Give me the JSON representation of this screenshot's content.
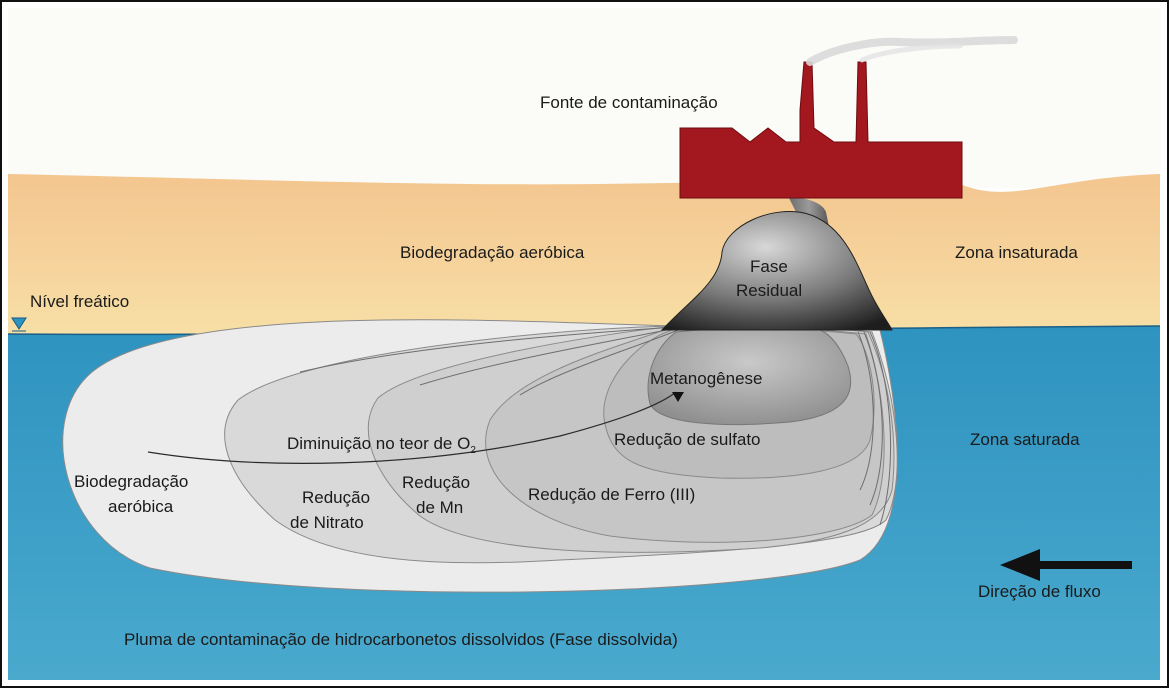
{
  "labels": {
    "source": "Fonte de contaminação",
    "aerobic_unsaturated": "Biodegradação aeróbica",
    "unsaturated_zone": "Zona insaturada",
    "water_table": "Nível freático",
    "residual_phase_line1": "Fase",
    "residual_phase_line2": "Residual",
    "methanogenesis": "Metanogênese",
    "oxygen_decrease_text": "Diminuição no teor de O",
    "oxygen_subscript": "2",
    "sulfate_reduction": "Redução de sulfato",
    "saturated_zone": "Zona saturada",
    "aerobic_plume_line1": "Biodegradação",
    "aerobic_plume_line2": "aeróbica",
    "nitrate_line1": "Redução",
    "nitrate_line2": "de Nitrato",
    "manganese_line1": "Redução",
    "manganese_line2": "de Mn",
    "iron_reduction": "Redução de Ferro (III)",
    "flow_direction": "Direção de fluxo",
    "plume_caption": "Pluma de contaminação de hidrocarbonetos dissolvidos (Fase dissolvida)"
  },
  "colors": {
    "sky": "#fbfbf7",
    "unsaturated": "#f5ce98",
    "saturated": "#3e9ec4",
    "factory": "#a3171e",
    "residual": "#4a4a4a",
    "arrow": "#111111"
  }
}
